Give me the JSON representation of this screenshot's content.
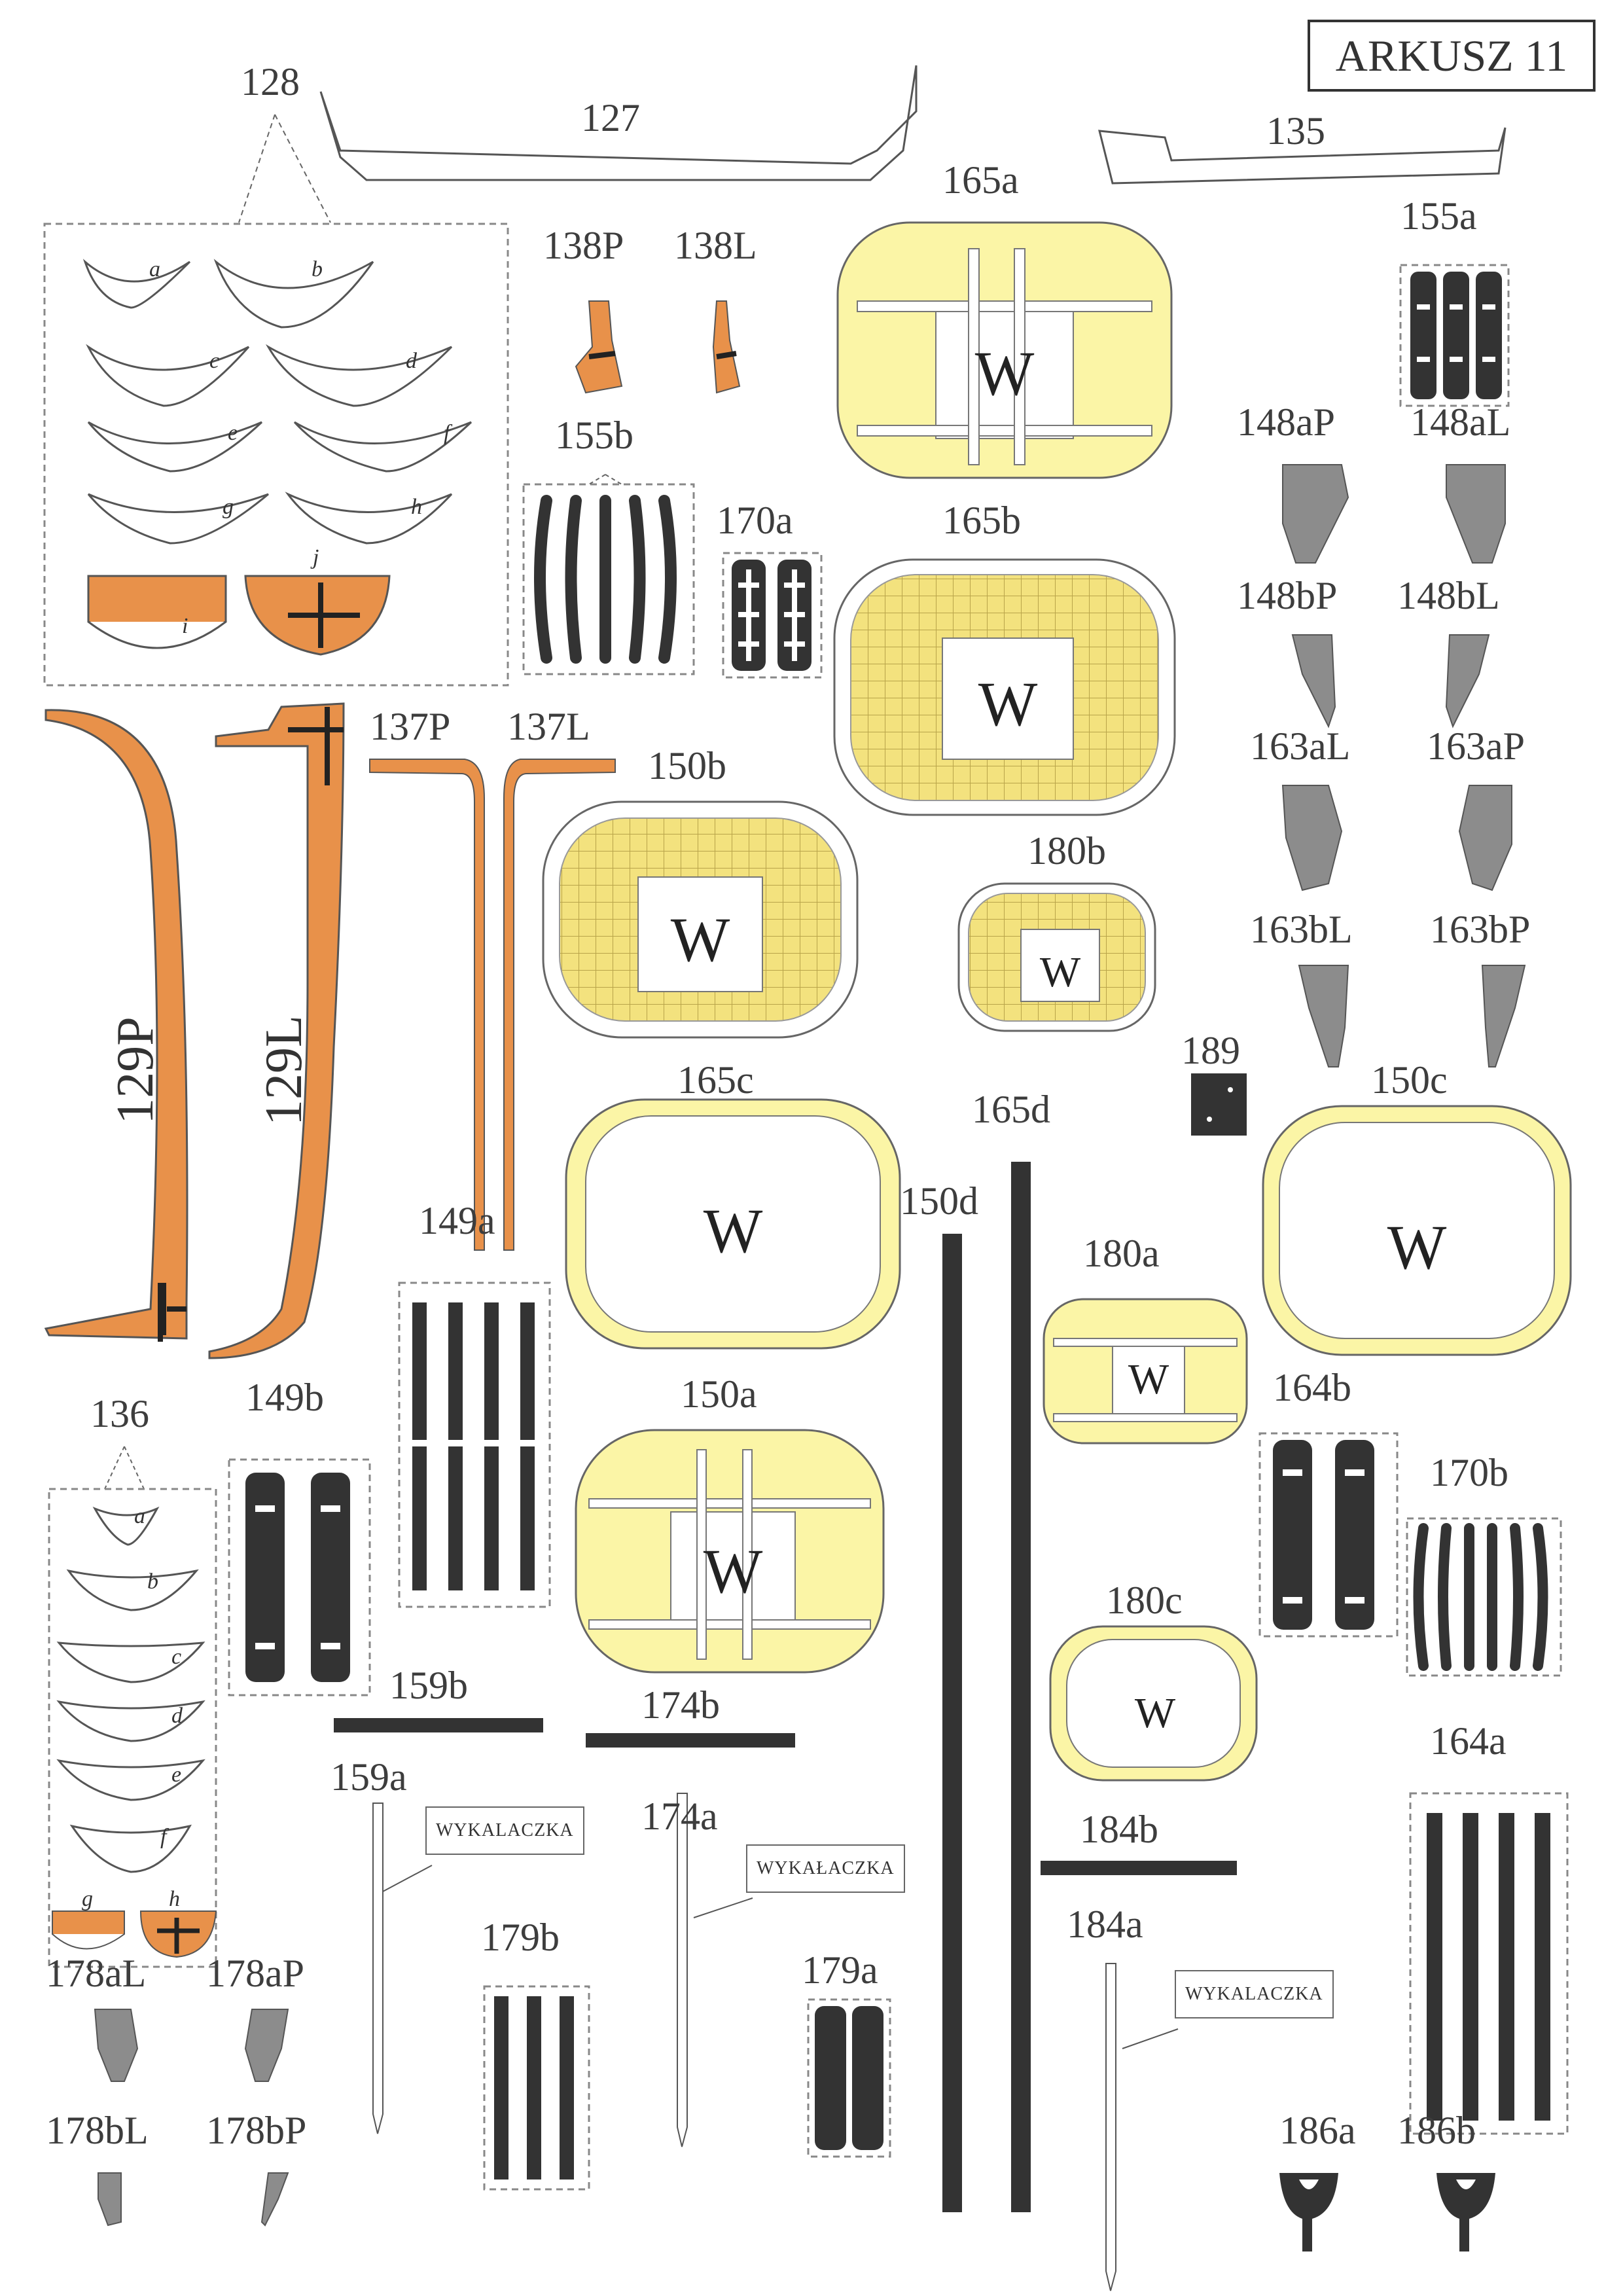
{
  "sheet_title": "ARKUSZ 11",
  "labels": {
    "p127": "127",
    "p128": "128",
    "p135": "135",
    "p138P": "138P",
    "p138L": "138L",
    "p155b": "155b",
    "p170a": "170a",
    "p165a": "165a",
    "p165b": "165b",
    "p155a": "155a",
    "p148aP": "148aP",
    "p148aL": "148aL",
    "p148bP": "148bP",
    "p148bL": "148bL",
    "p163aL": "163aL",
    "p163aP": "163aP",
    "p163bL": "163bL",
    "p163bP": "163bP",
    "p137P": "137P",
    "p137L": "137L",
    "p150b": "150b",
    "p180b": "180b",
    "p129P": "129P",
    "p129L": "129L",
    "p189": "189",
    "p165c": "165c",
    "p165d": "165d",
    "p150d": "150d",
    "p150c": "150c",
    "p149a": "149a",
    "p180a": "180a",
    "p164b": "164b",
    "p170b": "170b",
    "p136": "136",
    "p149b": "149b",
    "p150a": "150a",
    "p180c": "180c",
    "p159b": "159b",
    "p174b": "174b",
    "p159a": "159a",
    "p174a": "174a",
    "p184b": "184b",
    "p164a": "164a",
    "p184a": "184a",
    "p179b": "179b",
    "p179a": "179a",
    "p178aL": "178aL",
    "p178aP": "178aP",
    "p178bL": "178bL",
    "p178bP": "178bP",
    "p186a": "186a",
    "p186b": "186b"
  },
  "sub_letters_128": [
    "a",
    "b",
    "c",
    "d",
    "e",
    "f",
    "g",
    "h",
    "i",
    "j"
  ],
  "sub_letters_136": [
    "a",
    "b",
    "c",
    "d",
    "e",
    "f",
    "g",
    "h"
  ],
  "window_mark": "W",
  "toothpick_label_1": "WYKALACZKA",
  "toothpick_label_2": "WYKAŁACZKA",
  "toothpick_label_3": "WYKALACZKA",
  "colors": {
    "orange": "#e8914a",
    "yellow": "#fbf5a6",
    "dark": "#3a3a3a",
    "grey": "#8c8c8c",
    "line": "#555555",
    "grating": "#ecd97a"
  }
}
